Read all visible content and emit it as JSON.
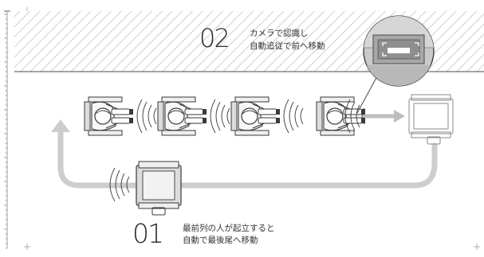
{
  "steps": [
    {
      "number": "02",
      "line1": "カメラで認識し",
      "line2": "自動追従で前へ移動"
    },
    {
      "number": "01",
      "line1": "最前列の人が起立すると",
      "line2": "自動で最後尾へ移動"
    }
  ],
  "colors": {
    "hatch": "#d2d2d2",
    "arrow": "#c8c8c8",
    "line": "#3a3a3a",
    "chair_fill": "#dcdcdc",
    "ruler": "#7a7a7a"
  }
}
